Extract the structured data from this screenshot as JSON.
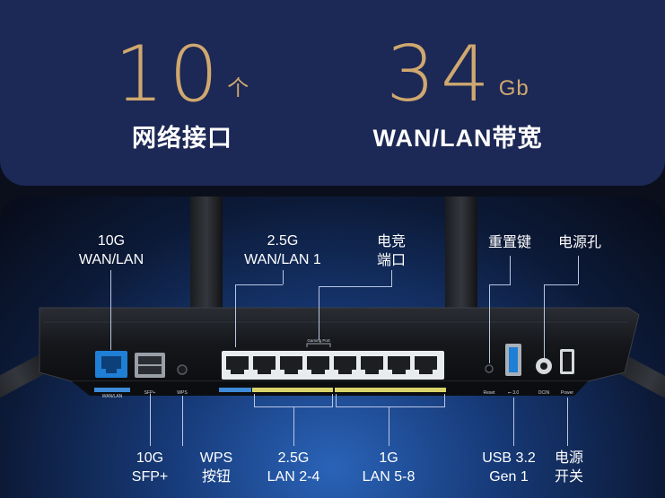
{
  "stats": [
    {
      "number": "10",
      "unit": "个",
      "label": "网络接口"
    },
    {
      "number": "34",
      "unit": "Gb",
      "label": "WAN/LAN带宽"
    }
  ],
  "callouts_top": {
    "wan10g": [
      "10G",
      "WAN/LAN"
    ],
    "wan25g": [
      "2.5G",
      "WAN/LAN 1"
    ],
    "gaming": [
      "电竞",
      "端口"
    ],
    "reset": "重置键",
    "power_jack": "电源孔"
  },
  "callouts_bottom": {
    "sfp": [
      "10G",
      "SFP+"
    ],
    "wps": [
      "WPS",
      "按钮"
    ],
    "lan25": [
      "2.5G",
      "LAN 2-4"
    ],
    "lan1g": [
      "1G",
      "LAN 5-8"
    ],
    "usb": [
      "USB 3.2",
      "Gen 1"
    ],
    "power_switch": [
      "电源",
      "开关"
    ]
  },
  "panel_labels": {
    "wanlan": "WAN/LAN",
    "sfp": "SFP+",
    "wps": "WPS",
    "gaming_port": "Gaming Port",
    "reset": "Reset",
    "usb": "⭠ 3.0",
    "dcin": "DCIN",
    "power": "Power"
  },
  "colors": {
    "top_bg": "#1c2855",
    "gold": "#cfa86f",
    "wan_port_blue": "#1f7fd6",
    "label_yellow": "#d9d46a",
    "label_blue": "#3d8bd9"
  }
}
